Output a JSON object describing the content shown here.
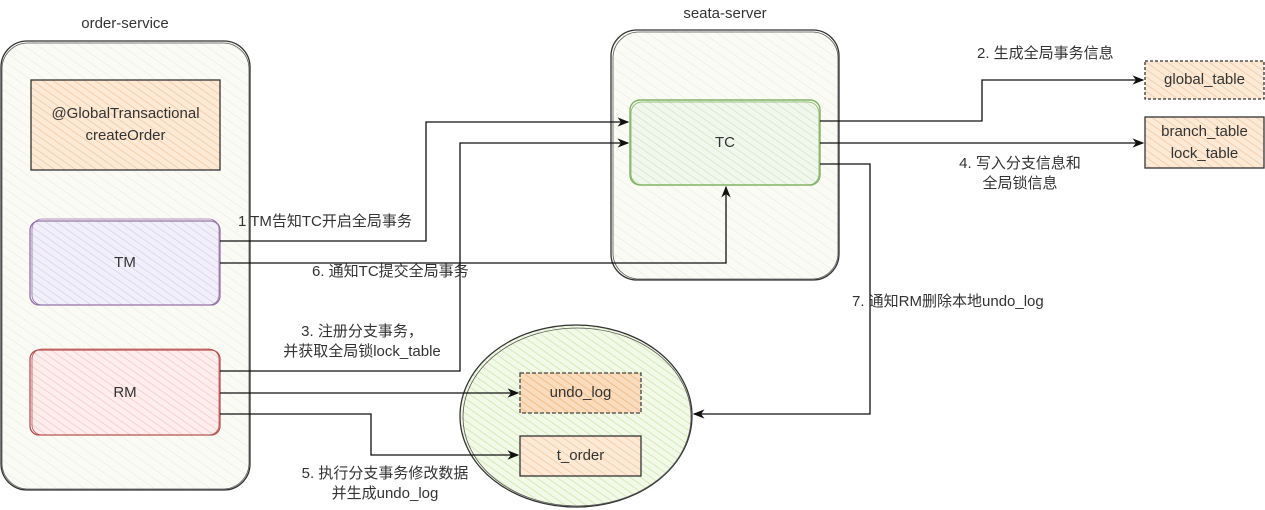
{
  "containers": {
    "order_service": {
      "title": "order-service"
    },
    "seata_server": {
      "title": "seata-server"
    },
    "database": {
      "title": ""
    }
  },
  "nodes": {
    "global_transactional": {
      "line1": "@GlobalTransactional",
      "line2": "createOrder"
    },
    "tm": {
      "label": "TM"
    },
    "rm": {
      "label": "RM"
    },
    "tc": {
      "label": "TC"
    },
    "global_table": {
      "label": "global_table"
    },
    "branch_table": {
      "line1": "branch_table",
      "line2": "lock_table"
    },
    "undo_log": {
      "label": "undo_log"
    },
    "t_order": {
      "label": "t_order"
    }
  },
  "edges": {
    "step1": {
      "label": "1 TM告知TC开启全局事务"
    },
    "step2": {
      "label": "2. 生成全局事务信息"
    },
    "step3": {
      "line1": "3. 注册分支事务，",
      "line2": "并获取全局锁lock_table"
    },
    "step4": {
      "line1": "4. 写入分支信息和",
      "line2": "全局锁信息"
    },
    "step5": {
      "line1": "5. 执行分支事务修改数据",
      "line2": "并生成undo_log"
    },
    "step6": {
      "label": "6. 通知TC提交全局事务"
    },
    "step7": {
      "label": "7. 通知RM删除本地undo_log"
    }
  },
  "colors": {
    "orange_fill": "#fae2c8",
    "orange_stroke": "#333333",
    "purple_fill": "#e9e6f5",
    "purple_stroke": "#9673a6",
    "red_fill": "#f8d9d7",
    "red_stroke": "#b85450",
    "green_fill": "#e3efd9",
    "green_stroke": "#82b366",
    "container_fill": "#f9f9f2",
    "ellipse_fill": "#dff0c8"
  }
}
